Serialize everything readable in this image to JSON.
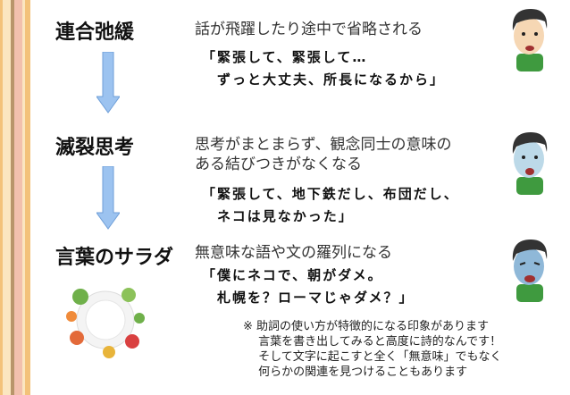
{
  "sections": [
    {
      "title": "連合弛緩",
      "description": "話が飛躍したり途中で省略される",
      "quote": "「緊張して、緊張して…\n　ずっと大丈夫、所長になるから」"
    },
    {
      "title": "滅裂思考",
      "description": "思考がまとまらず、観念同士の意味の\nある結びつきがなくなる",
      "quote": "「緊張して、地下鉄だし、布団だし、\n　ネコは見なかった」"
    },
    {
      "title": "言葉のサラダ",
      "description": "無意味な語や文の羅列になる",
      "quote": "「僕にネコで、朝がダメ。\n　札幌を？ローマじゃダメ？」"
    }
  ],
  "note": "※ 助詞の使い方が特徴的になる印象があります\n　 言葉を書き出してみると高度に詩的なんです！\n　 そして文字に起こすと全く「無意味」でもなく\n　 何らかの関連を見つけることもあります",
  "colors": {
    "arrow": "#9cc3f0",
    "arrow_border": "#6f9fd8",
    "shirt": "#3f9a3f"
  }
}
